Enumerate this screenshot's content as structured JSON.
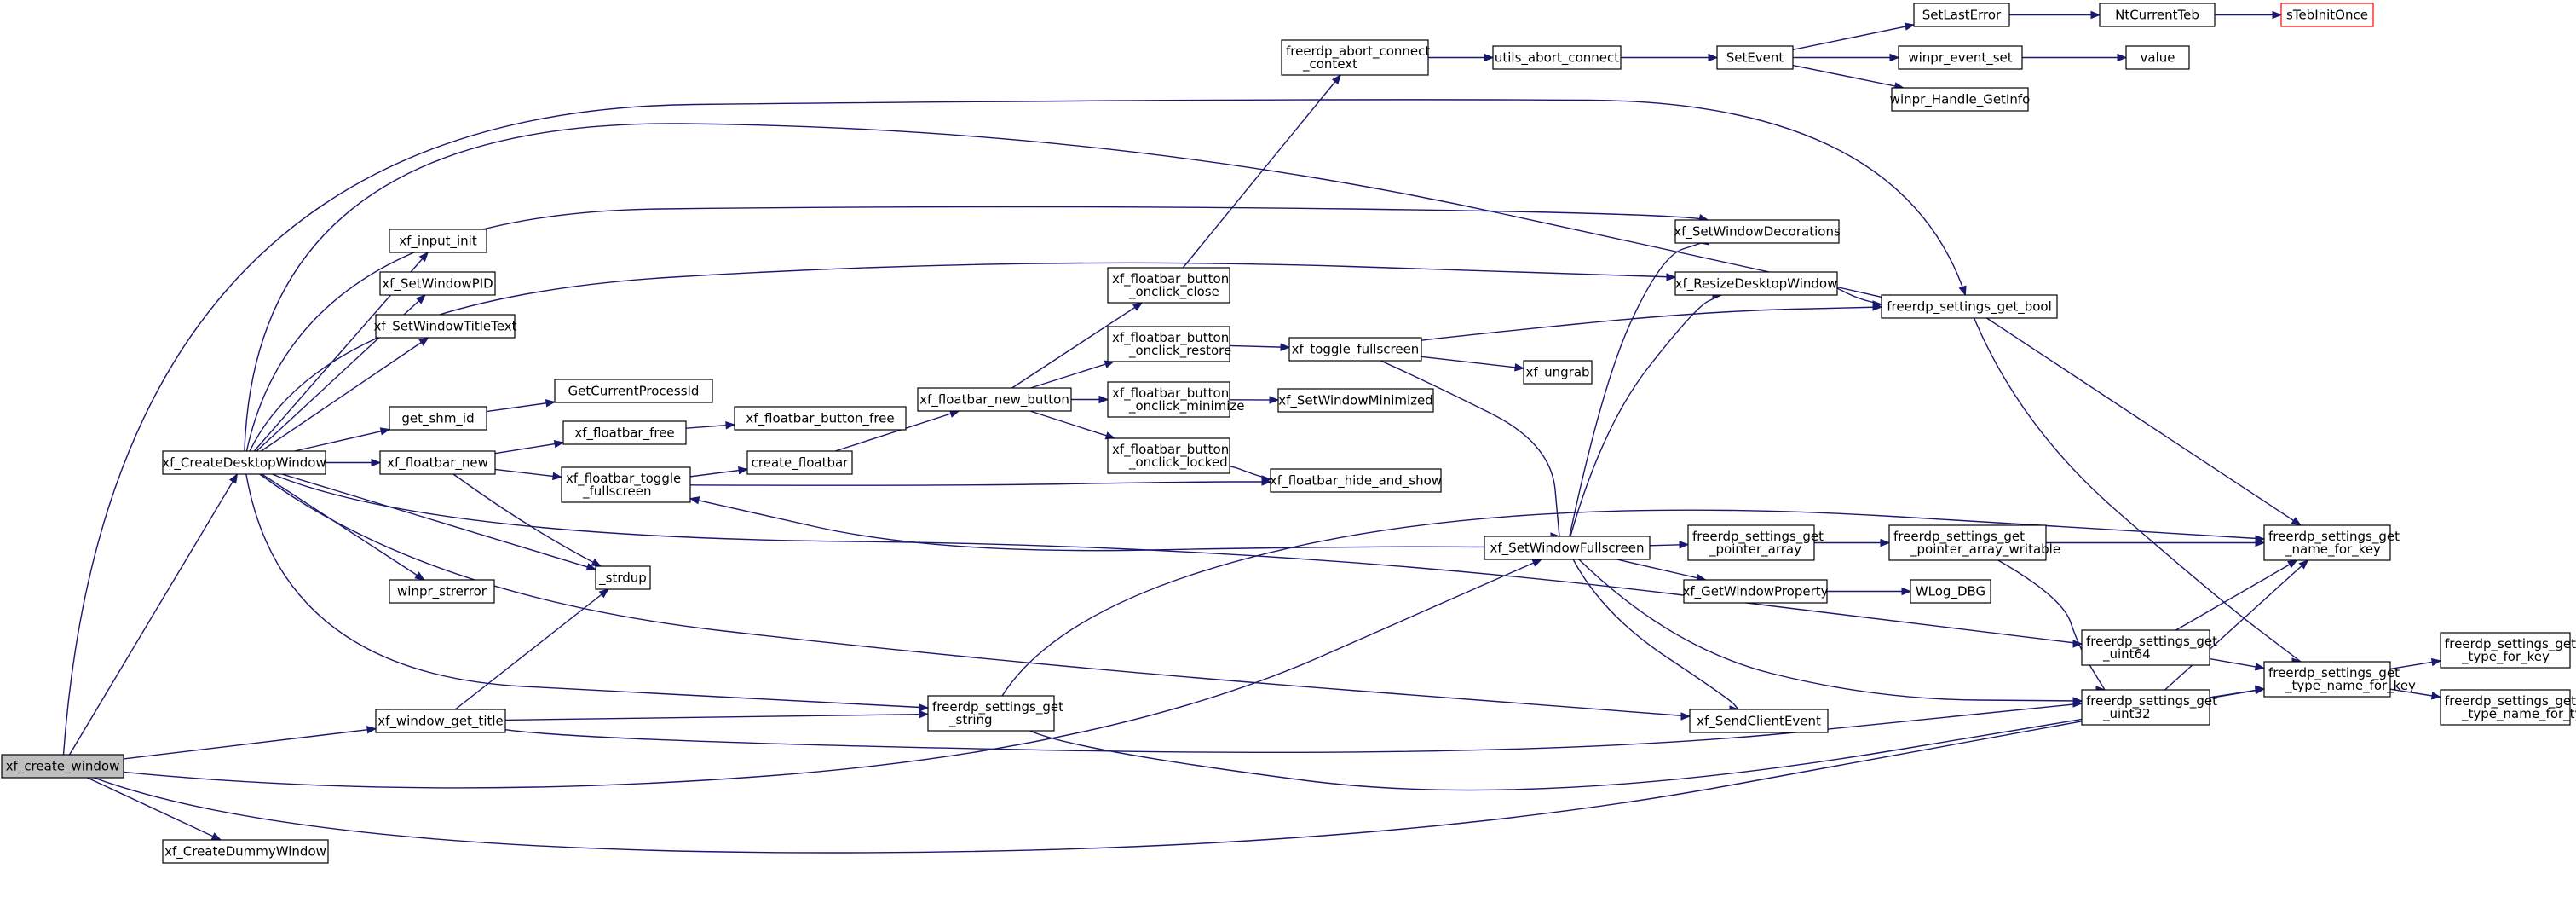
{
  "graph": {
    "title": "",
    "colors": {
      "edge": "#191970",
      "root_fill": "#bfbfbf",
      "node_fill": "#ffffff",
      "truncated_border": "#ff0000"
    },
    "nodes": [
      {
        "id": "root",
        "label": [
          "xf_create_window"
        ],
        "root": true
      },
      {
        "id": "cdw",
        "label": [
          "xf_CreateDesktopWindow"
        ]
      },
      {
        "id": "wgt",
        "label": [
          "xf_window_get_title"
        ]
      },
      {
        "id": "cdum",
        "label": [
          "xf_CreateDummyWindow"
        ]
      },
      {
        "id": "ii",
        "label": [
          "xf_input_init"
        ]
      },
      {
        "id": "spid",
        "label": [
          "xf_SetWindowPID"
        ]
      },
      {
        "id": "stt",
        "label": [
          "xf_SetWindowTitleText"
        ]
      },
      {
        "id": "gsi",
        "label": [
          "get_shm_id"
        ]
      },
      {
        "id": "fbn",
        "label": [
          "xf_floatbar_new"
        ]
      },
      {
        "id": "wse",
        "label": [
          "winpr_strerror"
        ]
      },
      {
        "id": "gcp",
        "label": [
          "GetCurrentProcessId"
        ]
      },
      {
        "id": "fbf",
        "label": [
          "xf_floatbar_free"
        ]
      },
      {
        "id": "fbtf",
        "label": [
          "xf_floatbar_toggle",
          "_fullscreen"
        ]
      },
      {
        "id": "strdup",
        "label": [
          "_strdup"
        ]
      },
      {
        "id": "fbbf",
        "label": [
          "xf_floatbar_button_free"
        ]
      },
      {
        "id": "cfb",
        "label": [
          "create_floatbar"
        ]
      },
      {
        "id": "fsgs",
        "label": [
          "freerdp_settings_get",
          "_string"
        ]
      },
      {
        "id": "fnb",
        "label": [
          "xf_floatbar_new_button"
        ]
      },
      {
        "id": "fac",
        "label": [
          "freerdp_abort_connect",
          "_context"
        ]
      },
      {
        "id": "boc",
        "label": [
          "xf_floatbar_button",
          "_onclick_close"
        ]
      },
      {
        "id": "bor",
        "label": [
          "xf_floatbar_button",
          "_onclick_restore"
        ]
      },
      {
        "id": "bom",
        "label": [
          "xf_floatbar_button",
          "_onclick_minimize"
        ]
      },
      {
        "id": "bol",
        "label": [
          "xf_floatbar_button",
          "_onclick_locked"
        ]
      },
      {
        "id": "uac",
        "label": [
          "utils_abort_connect"
        ]
      },
      {
        "id": "tfs",
        "label": [
          "xf_toggle_fullscreen"
        ]
      },
      {
        "id": "swmin",
        "label": [
          "xf_SetWindowMinimized"
        ]
      },
      {
        "id": "fhs",
        "label": [
          "xf_floatbar_hide_and_show"
        ]
      },
      {
        "id": "ug",
        "label": [
          "xf_ungrab"
        ]
      },
      {
        "id": "swf",
        "label": [
          "xf_SetWindowFullscreen"
        ]
      },
      {
        "id": "sev",
        "label": [
          "SetEvent"
        ]
      },
      {
        "id": "swd",
        "label": [
          "xf_SetWindowDecorations"
        ]
      },
      {
        "id": "rdw",
        "label": [
          "xf_ResizeDesktopWindow"
        ]
      },
      {
        "id": "fsgpa",
        "label": [
          "freerdp_settings_get",
          "_pointer_array"
        ]
      },
      {
        "id": "gwp",
        "label": [
          "xf_GetWindowProperty"
        ]
      },
      {
        "id": "sce",
        "label": [
          "xf_SendClientEvent"
        ]
      },
      {
        "id": "sle",
        "label": [
          "SetLastError"
        ]
      },
      {
        "id": "wes",
        "label": [
          "winpr_event_set"
        ]
      },
      {
        "id": "whgi",
        "label": [
          "winpr_Handle_GetInfo"
        ]
      },
      {
        "id": "fsgb",
        "label": [
          "freerdp_settings_get_bool"
        ]
      },
      {
        "id": "fsgpaw",
        "label": [
          "freerdp_settings_get",
          "_pointer_array_writable"
        ]
      },
      {
        "id": "wlog",
        "label": [
          "WLog_DBG"
        ]
      },
      {
        "id": "u64",
        "label": [
          "freerdp_settings_get",
          "_uint64"
        ]
      },
      {
        "id": "u32",
        "label": [
          "freerdp_settings_get",
          "_uint32"
        ]
      },
      {
        "id": "nct",
        "label": [
          "NtCurrentTeb"
        ]
      },
      {
        "id": "val",
        "label": [
          "value"
        ]
      },
      {
        "id": "nfk",
        "label": [
          "freerdp_settings_get",
          "_name_for_key"
        ]
      },
      {
        "id": "tnfk",
        "label": [
          "freerdp_settings_get",
          "_type_name_for_key"
        ]
      },
      {
        "id": "stio",
        "label": [
          "sTebInitOnce"
        ],
        "truncated": true
      },
      {
        "id": "tfk",
        "label": [
          "freerdp_settings_get",
          "_type_for_key"
        ]
      },
      {
        "id": "tnft",
        "label": [
          "freerdp_settings_get",
          "_type_name_for_type"
        ]
      }
    ],
    "edges": [
      [
        "root",
        "cdw"
      ],
      [
        "root",
        "wgt"
      ],
      [
        "root",
        "cdum"
      ],
      [
        "root",
        "swf"
      ],
      [
        "root",
        "fsgb"
      ],
      [
        "root",
        "u32"
      ],
      [
        "cdw",
        "ii"
      ],
      [
        "cdw",
        "spid"
      ],
      [
        "cdw",
        "stt"
      ],
      [
        "cdw",
        "gsi"
      ],
      [
        "cdw",
        "fbn"
      ],
      [
        "cdw",
        "wse"
      ],
      [
        "cdw",
        "strdup"
      ],
      [
        "cdw",
        "fsgs"
      ],
      [
        "cdw",
        "swd"
      ],
      [
        "cdw",
        "rdw"
      ],
      [
        "cdw",
        "fsgb"
      ],
      [
        "cdw",
        "u64"
      ],
      [
        "cdw",
        "sce"
      ],
      [
        "wgt",
        "strdup"
      ],
      [
        "wgt",
        "fsgs"
      ],
      [
        "wgt",
        "u32"
      ],
      [
        "gsi",
        "gcp"
      ],
      [
        "fbn",
        "fbf"
      ],
      [
        "fbn",
        "fbtf"
      ],
      [
        "fbn",
        "strdup"
      ],
      [
        "fbf",
        "fbbf"
      ],
      [
        "fbtf",
        "cfb"
      ],
      [
        "fbtf",
        "fhs"
      ],
      [
        "cfb",
        "fnb"
      ],
      [
        "fnb",
        "boc"
      ],
      [
        "fnb",
        "bor"
      ],
      [
        "fnb",
        "bom"
      ],
      [
        "fnb",
        "bol"
      ],
      [
        "boc",
        "fac"
      ],
      [
        "fac",
        "uac"
      ],
      [
        "uac",
        "sev"
      ],
      [
        "sev",
        "sle"
      ],
      [
        "sev",
        "wes"
      ],
      [
        "sev",
        "whgi"
      ],
      [
        "sle",
        "nct"
      ],
      [
        "nct",
        "stio"
      ],
      [
        "wes",
        "val"
      ],
      [
        "bor",
        "tfs"
      ],
      [
        "tfs",
        "fsgb"
      ],
      [
        "tfs",
        "ug"
      ],
      [
        "tfs",
        "swf"
      ],
      [
        "bom",
        "swmin"
      ],
      [
        "bol",
        "fhs"
      ],
      [
        "swf",
        "fbtf"
      ],
      [
        "swf",
        "swd"
      ],
      [
        "swf",
        "rdw"
      ],
      [
        "swf",
        "fsgpa"
      ],
      [
        "swf",
        "gwp"
      ],
      [
        "swf",
        "sce"
      ],
      [
        "swf",
        "u32"
      ],
      [
        "rdw",
        "fsgb"
      ],
      [
        "fsgpa",
        "fsgpaw"
      ],
      [
        "fsgpaw",
        "nfk"
      ],
      [
        "fsgpaw",
        "u32"
      ],
      [
        "gwp",
        "wlog"
      ],
      [
        "fsgs",
        "nfk"
      ],
      [
        "fsgs",
        "tnfk"
      ],
      [
        "fsgb",
        "nfk"
      ],
      [
        "fsgb",
        "tnfk"
      ],
      [
        "u64",
        "nfk"
      ],
      [
        "u64",
        "tnfk"
      ],
      [
        "u32",
        "nfk"
      ],
      [
        "u32",
        "tnfk"
      ],
      [
        "tnfk",
        "tfk"
      ],
      [
        "tnfk",
        "tnft"
      ]
    ]
  }
}
